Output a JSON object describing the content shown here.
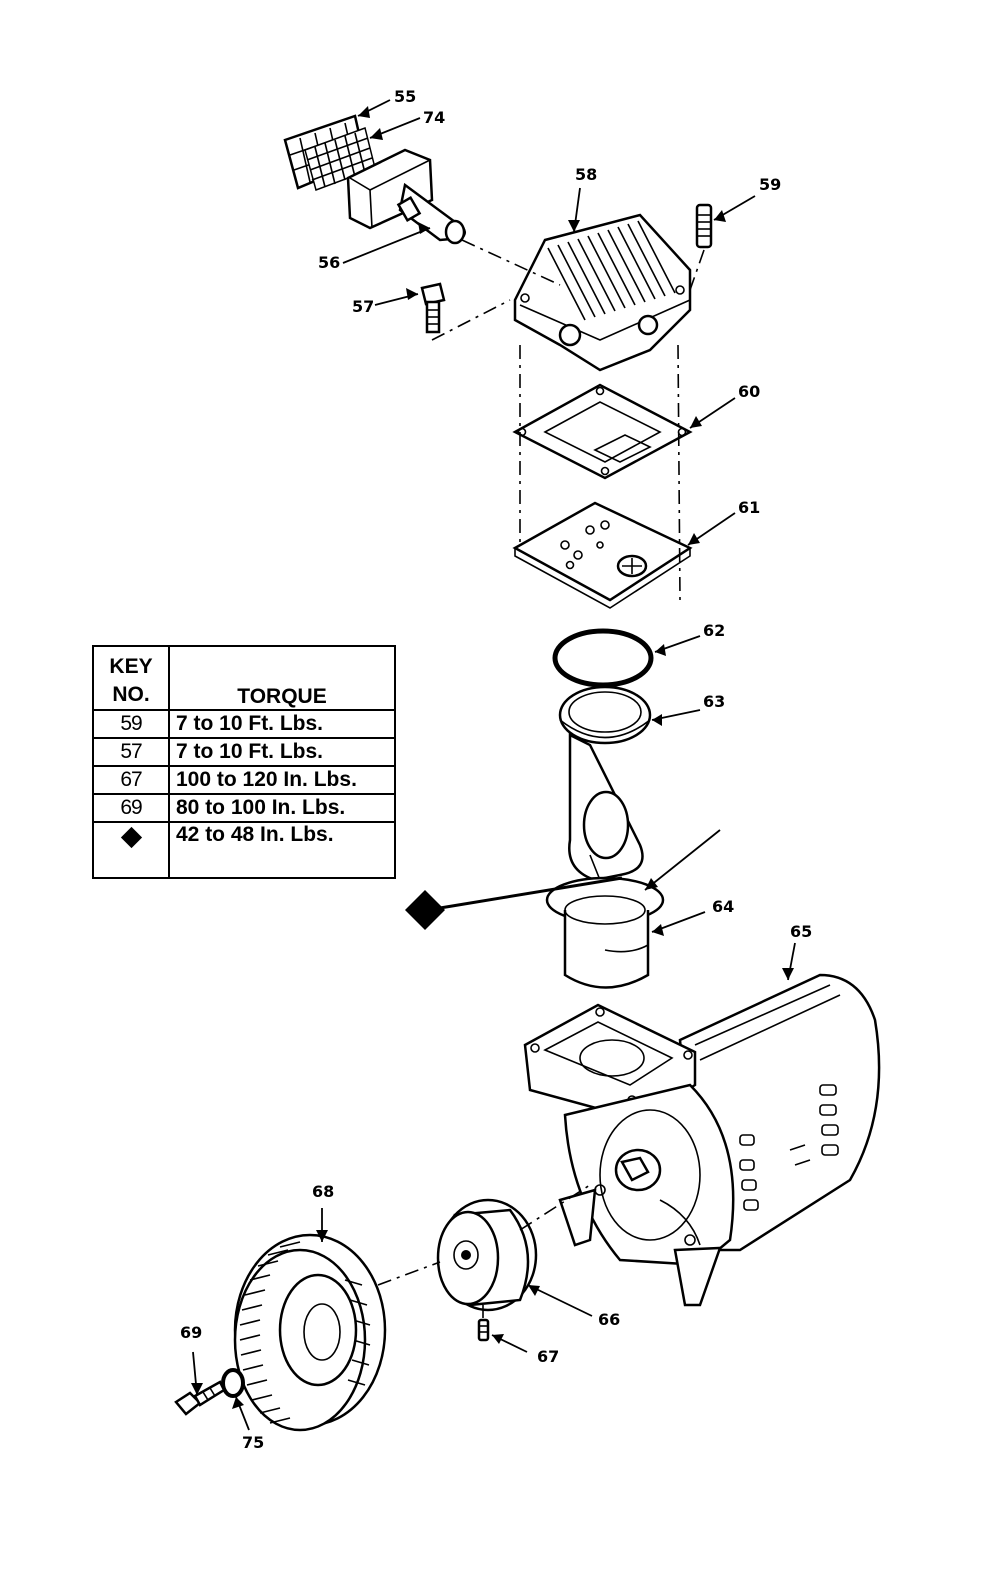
{
  "callouts": {
    "c55": "55",
    "c74": "74",
    "c58": "58",
    "c59": "59",
    "c56": "56",
    "c57": "57",
    "c60": "60",
    "c61": "61",
    "c62": "62",
    "c63": "63",
    "c64": "64",
    "c65": "65",
    "c68": "68",
    "c66": "66",
    "c69": "69",
    "c67": "67",
    "c75": "75"
  },
  "table": {
    "header_key": "KEY NO.",
    "header_key_line1": "KEY",
    "header_key_line2": "NO.",
    "header_torque": "TORQUE",
    "rows": [
      {
        "key": "59",
        "torque": "7 to 10 Ft. Lbs."
      },
      {
        "key": "57",
        "torque": "7 to 10 Ft. Lbs."
      },
      {
        "key": "67",
        "torque": "100 to 120 In. Lbs."
      },
      {
        "key": "69",
        "torque": "80 to 100 In. Lbs."
      },
      {
        "key": "diamond-symbol",
        "torque": "42 to 48 In. Lbs."
      }
    ]
  },
  "colors": {
    "ink": "#000000",
    "paper": "#ffffff"
  }
}
